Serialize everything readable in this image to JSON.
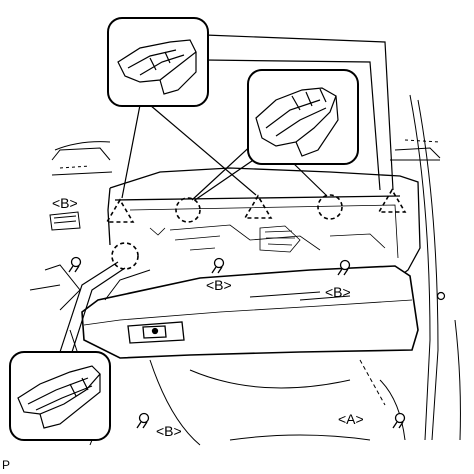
{
  "labels": {
    "b": "<B>",
    "a": "<A>"
  },
  "caption": "P",
  "colors": {
    "line": "#000000",
    "background": "#ffffff"
  },
  "icons": [
    "clip-detail-callout",
    "clip-location-circle",
    "claw-location-triangle",
    "screw-icon"
  ]
}
